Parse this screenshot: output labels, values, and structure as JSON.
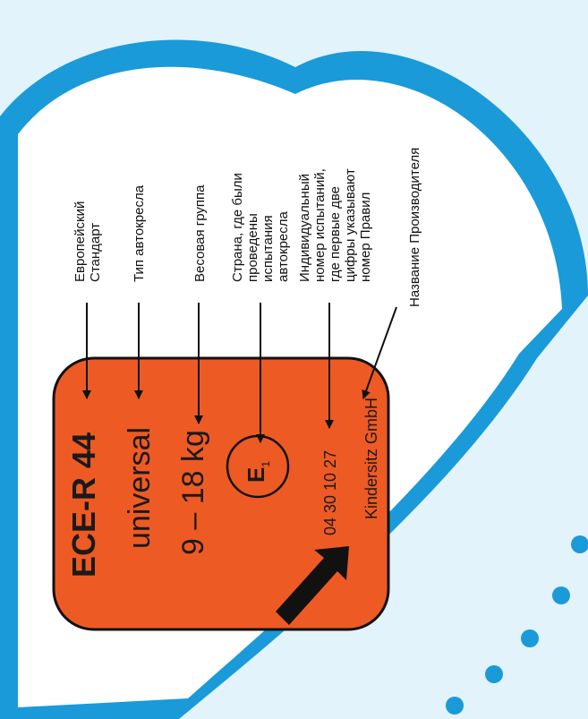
{
  "colors": {
    "background": "#e3f3fb",
    "heart_fill": "#ffffff",
    "heart_border": "#1a9ad9",
    "label_fill": "#ee5a24",
    "dots": "#1a9ad9",
    "ink": "#111111"
  },
  "label": {
    "standard": "ECE-R 44",
    "seat_type": "universal",
    "weight_group": "9 – 18 kg",
    "approval_mark_letter": "E",
    "approval_mark_country": "1",
    "approval_number": "04 30 10 27",
    "manufacturer": "Kindersitz GmbH"
  },
  "annotations": {
    "standard": [
      "Европейский",
      "Стандарт"
    ],
    "seat_type": [
      "Тип автокресла"
    ],
    "weight_group": [
      "Весовая группа"
    ],
    "country": [
      "Страна, где были",
      "проведены",
      "испытания",
      "автокресла"
    ],
    "approval_number": [
      "Индивидуальный",
      "номер испытаний,",
      "где первые две",
      "цифры указывают",
      "номер Правил"
    ],
    "manufacturer": [
      "Название Производителя"
    ]
  }
}
